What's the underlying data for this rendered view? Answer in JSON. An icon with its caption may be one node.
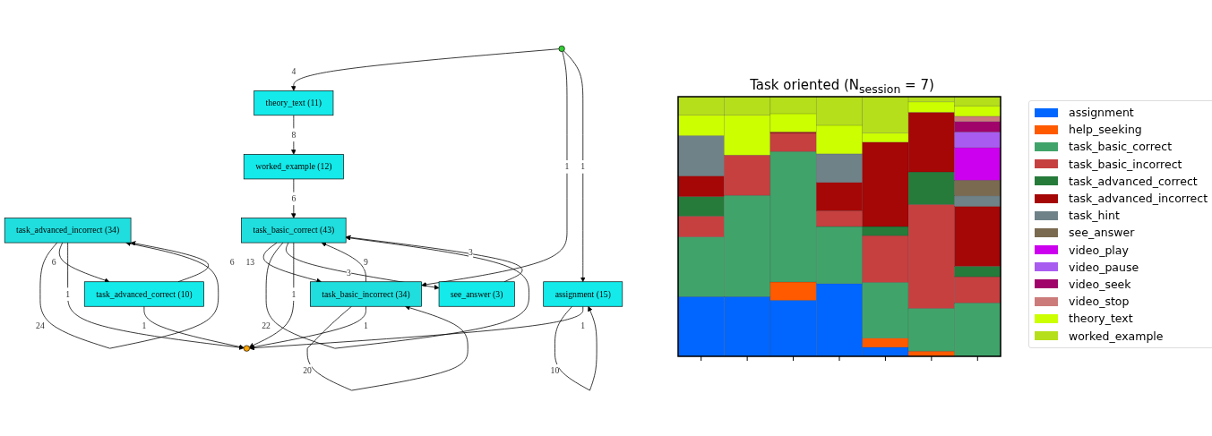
{
  "diagram": {
    "nodes": [
      {
        "text": [],
        "shape": "circle"
      },
      {
        "text": [
          "theory_text (11)"
        ]
      },
      {
        "text": [
          "task_basic_incorrect (34)"
        ]
      },
      {
        "text": [
          "assignment (15)"
        ]
      },
      {
        "text": [
          "worked_example (12)"
        ]
      },
      {
        "text": [
          "task_advanced_incorrect (34)"
        ]
      },
      {
        "text": [
          "task_basic_correct (43)"
        ]
      },
      {
        "text": [
          "task_advanced_correct (10)"
        ]
      },
      {
        "text": [
          "see_answer (3)"
        ]
      },
      {
        "text": [],
        "shape": "circle"
      }
    ],
    "edges": [
      {
        "from": 0,
        "to": 1,
        "arrow": "to",
        "label": "4"
      },
      {
        "from": 0,
        "to": 2,
        "arrow": "to",
        "label": "1"
      },
      {
        "from": 0,
        "to": 3,
        "arrow": "to",
        "label": "1"
      },
      {
        "from": 2,
        "to": 2,
        "arrow": "to",
        "label": "20"
      },
      {
        "from": 3,
        "to": 3,
        "arrow": "to",
        "label": "10"
      },
      {
        "from": 1,
        "to": 4,
        "arrow": "to",
        "label": "8"
      },
      {
        "from": 4,
        "to": 6,
        "arrow": "to",
        "label": "6"
      },
      {
        "from": 6,
        "to": 2,
        "arrow": "to",
        "label": "13"
      },
      {
        "from": 2,
        "to": 6,
        "arrow": "to",
        "label": "9"
      },
      {
        "from": 2,
        "to": 9,
        "arrow": "to",
        "label": "1"
      },
      {
        "from": 5,
        "to": 5,
        "arrow": "to",
        "label": "24"
      },
      {
        "from": 5,
        "to": 7,
        "arrow": "to",
        "label": "6"
      },
      {
        "from": 7,
        "to": 5,
        "arrow": "to",
        "label": "6"
      },
      {
        "from": 5,
        "to": 9,
        "arrow": "to",
        "label": "1"
      },
      {
        "from": 3,
        "to": 9,
        "arrow": "to",
        "label": "1"
      },
      {
        "from": 6,
        "to": 6,
        "arrow": "to",
        "label": "22"
      },
      {
        "from": 6,
        "to": 8,
        "arrow": "to",
        "label": "3"
      },
      {
        "from": 8,
        "to": 6,
        "arrow": "to",
        "label": "3"
      },
      {
        "from": 6,
        "to": 9,
        "arrow": "to",
        "label": "1"
      },
      {
        "from": 7,
        "to": 9,
        "arrow": "to",
        "label": "1"
      }
    ],
    "labels": [
      "Task oriented (N$_{session}$ = 7)"
    ],
    "legend": [
      {
        "text": "assignment",
        "color": "#0066ff"
      },
      {
        "text": "help_seeking",
        "color": "#ff5a00"
      },
      {
        "text": "task_basic_correct",
        "color": "#40a46a"
      },
      {
        "text": "task_basic_incorrect",
        "color": "#c64040"
      },
      {
        "text": "task_advanced_correct",
        "color": "#267b3a"
      },
      {
        "text": "task_advanced_incorrect",
        "color": "#a50606"
      },
      {
        "text": "task_hint",
        "color": "#6e8288"
      },
      {
        "text": "see_answer",
        "color": "#7a6a50"
      },
      {
        "text": "video_play",
        "color": "#cc00ee"
      },
      {
        "text": "video_pause",
        "color": "#a85cf0"
      },
      {
        "text": "video_seek",
        "color": "#a0046a"
      },
      {
        "text": "video_stop",
        "color": "#cc7b7b"
      },
      {
        "text": "theory_text",
        "color": "#ccff00"
      },
      {
        "text": "worked_example",
        "color": "#b5df1a"
      }
    ]
  }
}
